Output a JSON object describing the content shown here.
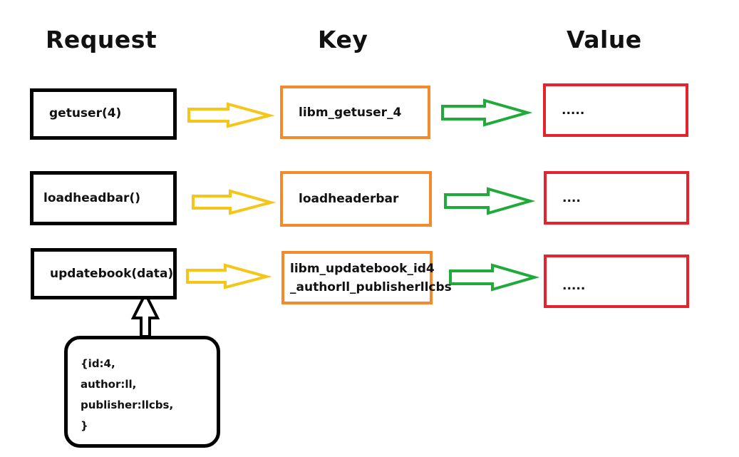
{
  "headings": {
    "request": "Request",
    "key": "Key",
    "value": "Value"
  },
  "rows": [
    {
      "request": "getuser(4)",
      "key_lines": [
        "libm_getuser_4"
      ],
      "value": "....."
    },
    {
      "request": "loadheadbar()",
      "key_lines": [
        "loadheaderbar"
      ],
      "value": "...."
    },
    {
      "request": "updatebook(data)",
      "key_lines": [
        "libm_updatebook_id4",
        "_authorll_publisherllcbs"
      ],
      "value": "....."
    }
  ],
  "callout": {
    "lines": [
      "{id:4,",
      "author:ll,",
      "publisher:llcbs,",
      "}"
    ]
  },
  "colors": {
    "request_border": "#000000",
    "key_border": "#f58a2c",
    "value_border": "#e5232d",
    "arrow_to_key": "#f5c518",
    "arrow_to_value": "#1faa3a",
    "data_arrow": "#000000"
  }
}
